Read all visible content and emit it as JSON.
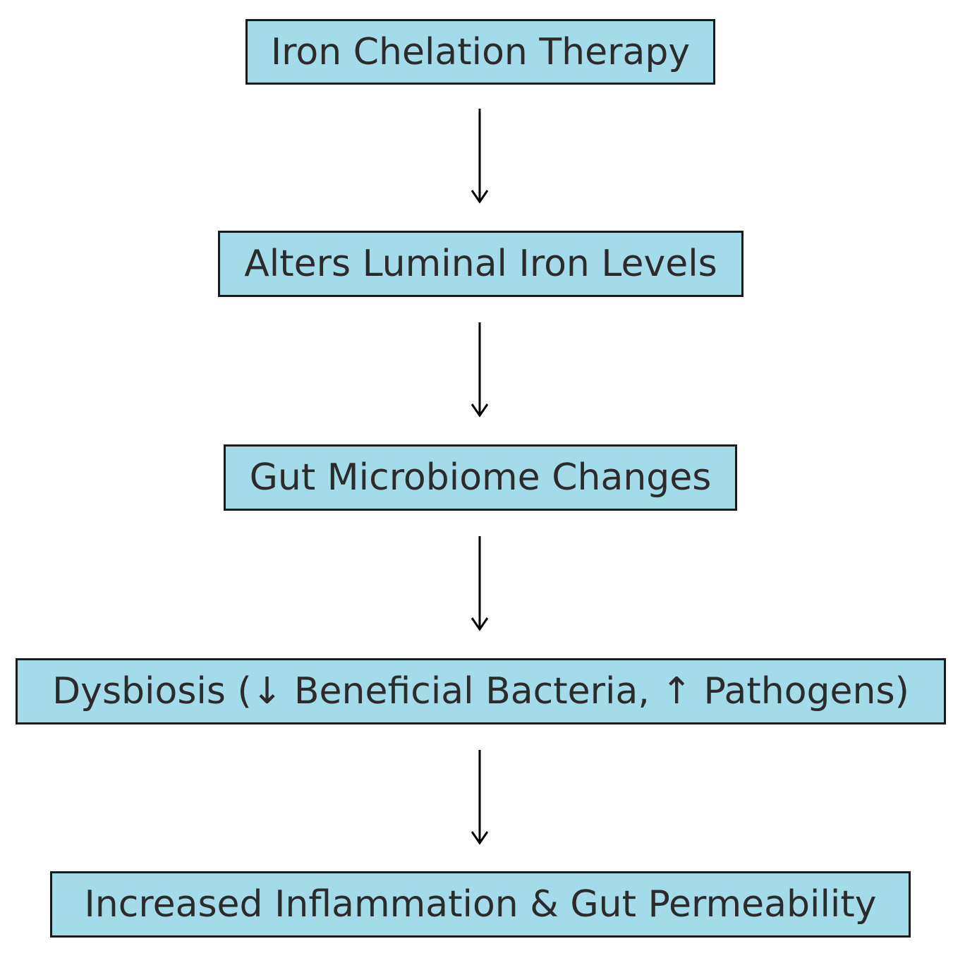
{
  "flowchart": {
    "nodes": [
      {
        "label": "Iron Chelation Therapy"
      },
      {
        "label": "Alters Luminal Iron Levels"
      },
      {
        "label": "Gut Microbiome Changes"
      },
      {
        "label": "Dysbiosis (↓ Beneficial Bacteria, ↑ Pathogens)"
      },
      {
        "label": "Increased Inflammation & Gut Permeability"
      }
    ],
    "colors": {
      "box_fill": "#a3dbe8",
      "box_border": "#1a1a1a",
      "text": "#2b2b2b",
      "arrow": "#000000"
    }
  }
}
